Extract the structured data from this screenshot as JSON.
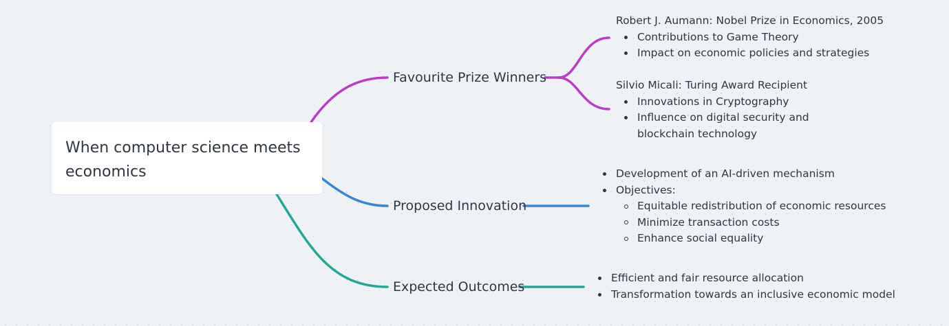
{
  "root": {
    "title": "When computer science meets economics"
  },
  "colors": {
    "favourite": "#bb3cc6",
    "innovation": "#3a86d1",
    "outcomes": "#24a896",
    "text": "#2f3640",
    "card": "#ffffff",
    "background": "#eef2f5"
  },
  "branches": {
    "favourite": {
      "label": "Favourite Prize Winners",
      "winners": [
        {
          "heading": "Robert J. Aumann: Nobel Prize in Economics, 2005",
          "points": [
            "Contributions to Game Theory",
            "Impact on economic policies and strategies"
          ]
        },
        {
          "heading": "Silvio Micali: Turing Award Recipient",
          "points": [
            "Innovations in Cryptography",
            "Influence on digital security and blockchain technology"
          ]
        }
      ]
    },
    "innovation": {
      "label": "Proposed Innovation",
      "items": [
        "Development of an AI-driven mechanism",
        "Objectives:"
      ],
      "objectives": [
        "Equitable redistribution of economic resources",
        "Minimize transaction costs",
        "Enhance social equality"
      ]
    },
    "outcomes": {
      "label": "Expected Outcomes",
      "items": [
        "Efficient and fair resource allocation",
        "Transformation towards an inclusive economic model"
      ]
    }
  }
}
